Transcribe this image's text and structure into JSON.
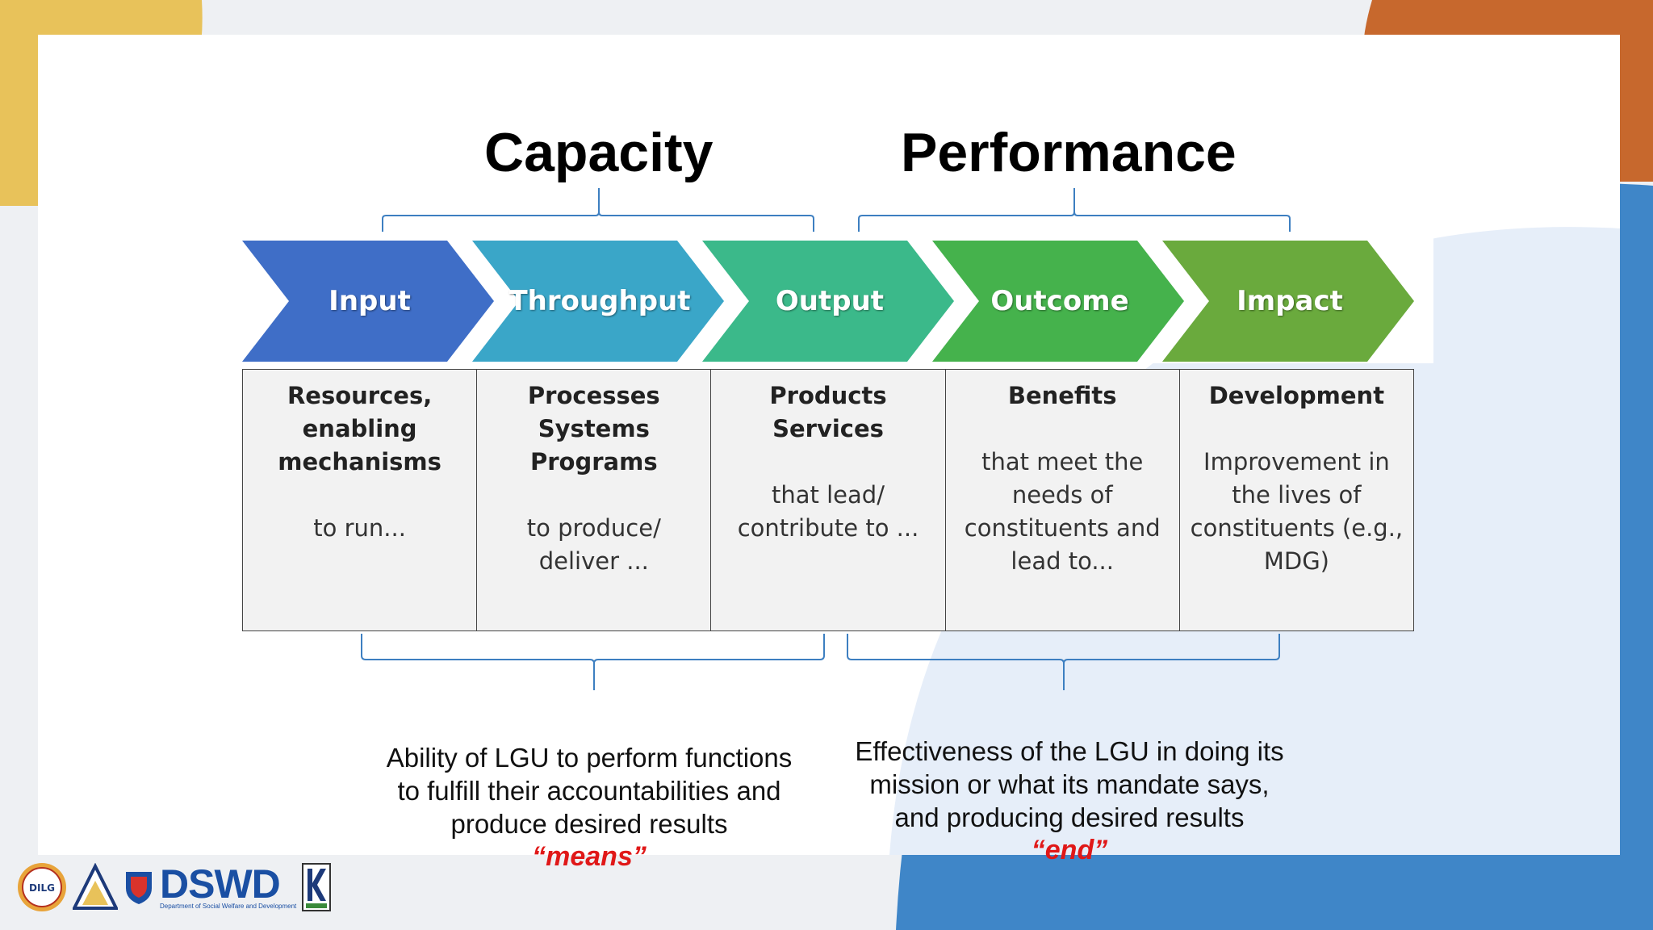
{
  "headings": {
    "capacity": "Capacity",
    "performance": "Performance"
  },
  "chain": [
    {
      "label": "Input",
      "color": "#3f6ec7"
    },
    {
      "label": "Throughput",
      "color": "#3aa6c8"
    },
    {
      "label": "Output",
      "color": "#3bb98a"
    },
    {
      "label": "Outcome",
      "color": "#45b24c"
    },
    {
      "label": "Impact",
      "color": "#6aaa3d"
    }
  ],
  "boxes": [
    {
      "title": "Resources,\nenabling\nmechanisms",
      "desc": "to run..."
    },
    {
      "title": "Processes\nSystems\nPrograms",
      "desc": "to produce/\ndeliver ..."
    },
    {
      "title": "Products\nServices",
      "desc": "that lead/\ncontribute to ..."
    },
    {
      "title": "Benefits",
      "desc": "that meet the\nneeds of\nconstituents and\nlead to..."
    },
    {
      "title": "Development",
      "desc": "Improvement in\nthe lives of\nconstituents (e.g.,\nMDG)"
    }
  ],
  "captions": {
    "left": {
      "text": "Ability of LGU to perform functions\nto fulfill their accountabilities and\nproduce desired results",
      "quote": "“means”"
    },
    "right": {
      "text": "Effectiveness of the LGU in doing its\nmission or what its mandate says,\nand producing desired results",
      "quote": "“end”"
    }
  },
  "logos": {
    "dilg": "DILG",
    "dswd": "DSWD",
    "dswd_sub": "Department of Social Welfare and Development"
  },
  "colors": {
    "accent_blue": "#3f86c8",
    "accent_orange": "#c7682d",
    "accent_yellow": "#e8c25a",
    "quote_red": "#e01818",
    "bracket": "#3d7fc1"
  }
}
